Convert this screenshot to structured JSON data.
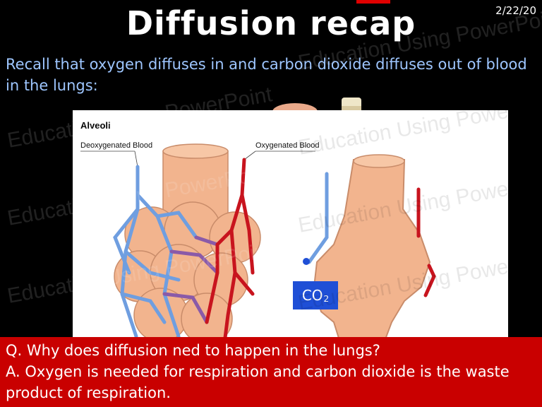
{
  "slide": {
    "date": "2/22/20",
    "title": "Diffusion recap",
    "intro": "Recall that oxygen diffuses in and carbon dioxide diffuses out of blood in the lungs:",
    "figure": {
      "title": "Alveoli",
      "label_left": "Deoxygenated Blood",
      "label_right": "Oxygenated Blood",
      "co2_text": "CO",
      "co2_sub": "2"
    },
    "question": "Q. Why does diffusion ned to happen in the lungs?",
    "answer": "A. Oxygen is needed for respiration and carbon dioxide is the waste product of respiration.",
    "watermark": "Education Using PowerPoint"
  },
  "colors": {
    "background": "#000000",
    "title_text": "#ffffff",
    "intro_text": "#9ec6ff",
    "qa_background": "#c90000",
    "co2_box": "#1f4fd6",
    "vein_blue": "#6f9ee0",
    "artery_red": "#c8141e",
    "alveoli": "#f2b48e"
  }
}
